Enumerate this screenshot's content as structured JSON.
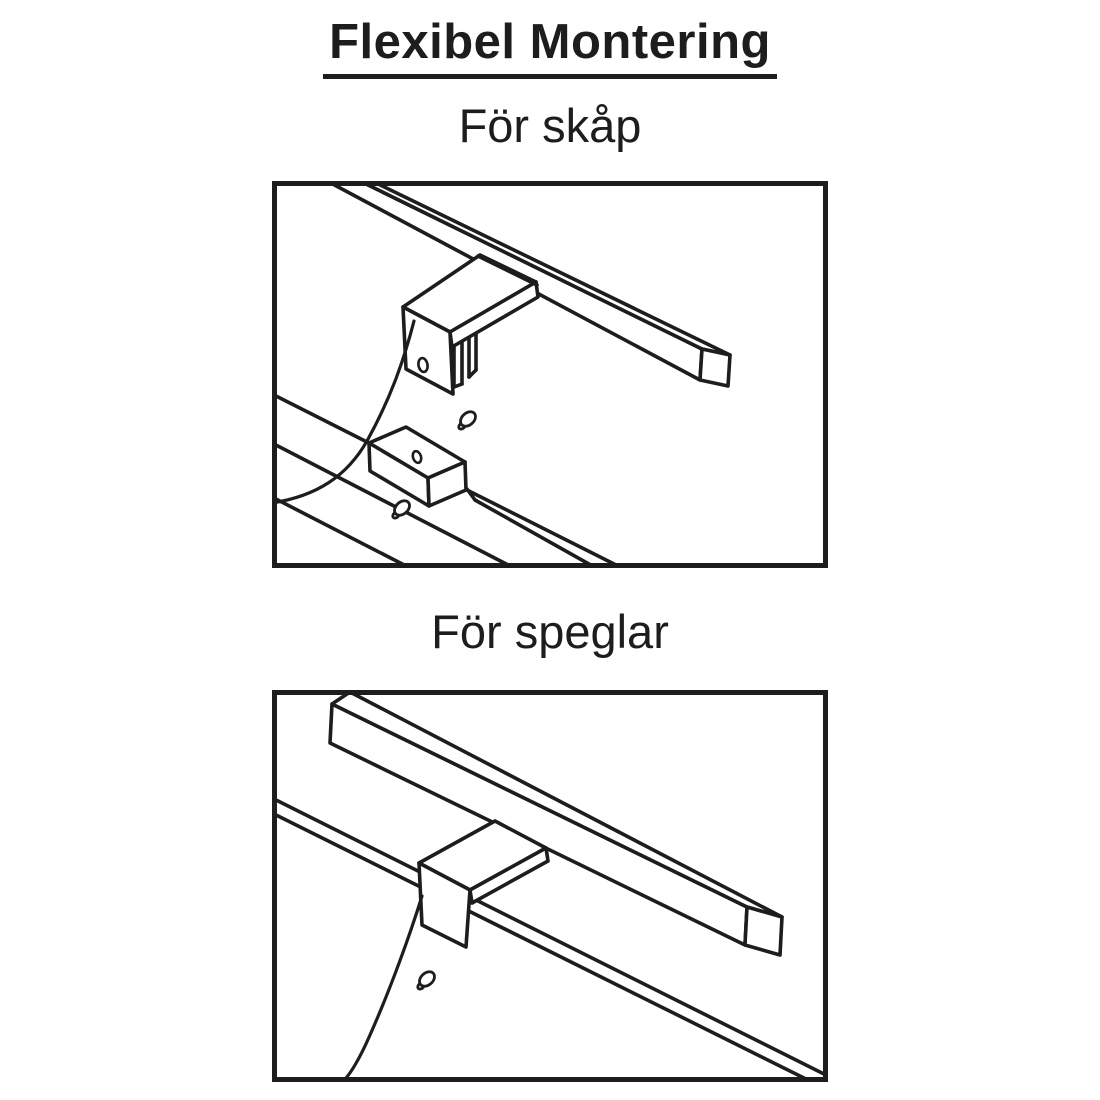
{
  "page": {
    "title": "Flexibel Montering",
    "background": "#ffffff",
    "line_color": "#1d1d1b"
  },
  "sections": [
    {
      "caption": "För skåp",
      "illustration": "cabinet-mounting-diagram"
    },
    {
      "caption": "För speglar",
      "illustration": "mirror-mounting-diagram"
    }
  ]
}
